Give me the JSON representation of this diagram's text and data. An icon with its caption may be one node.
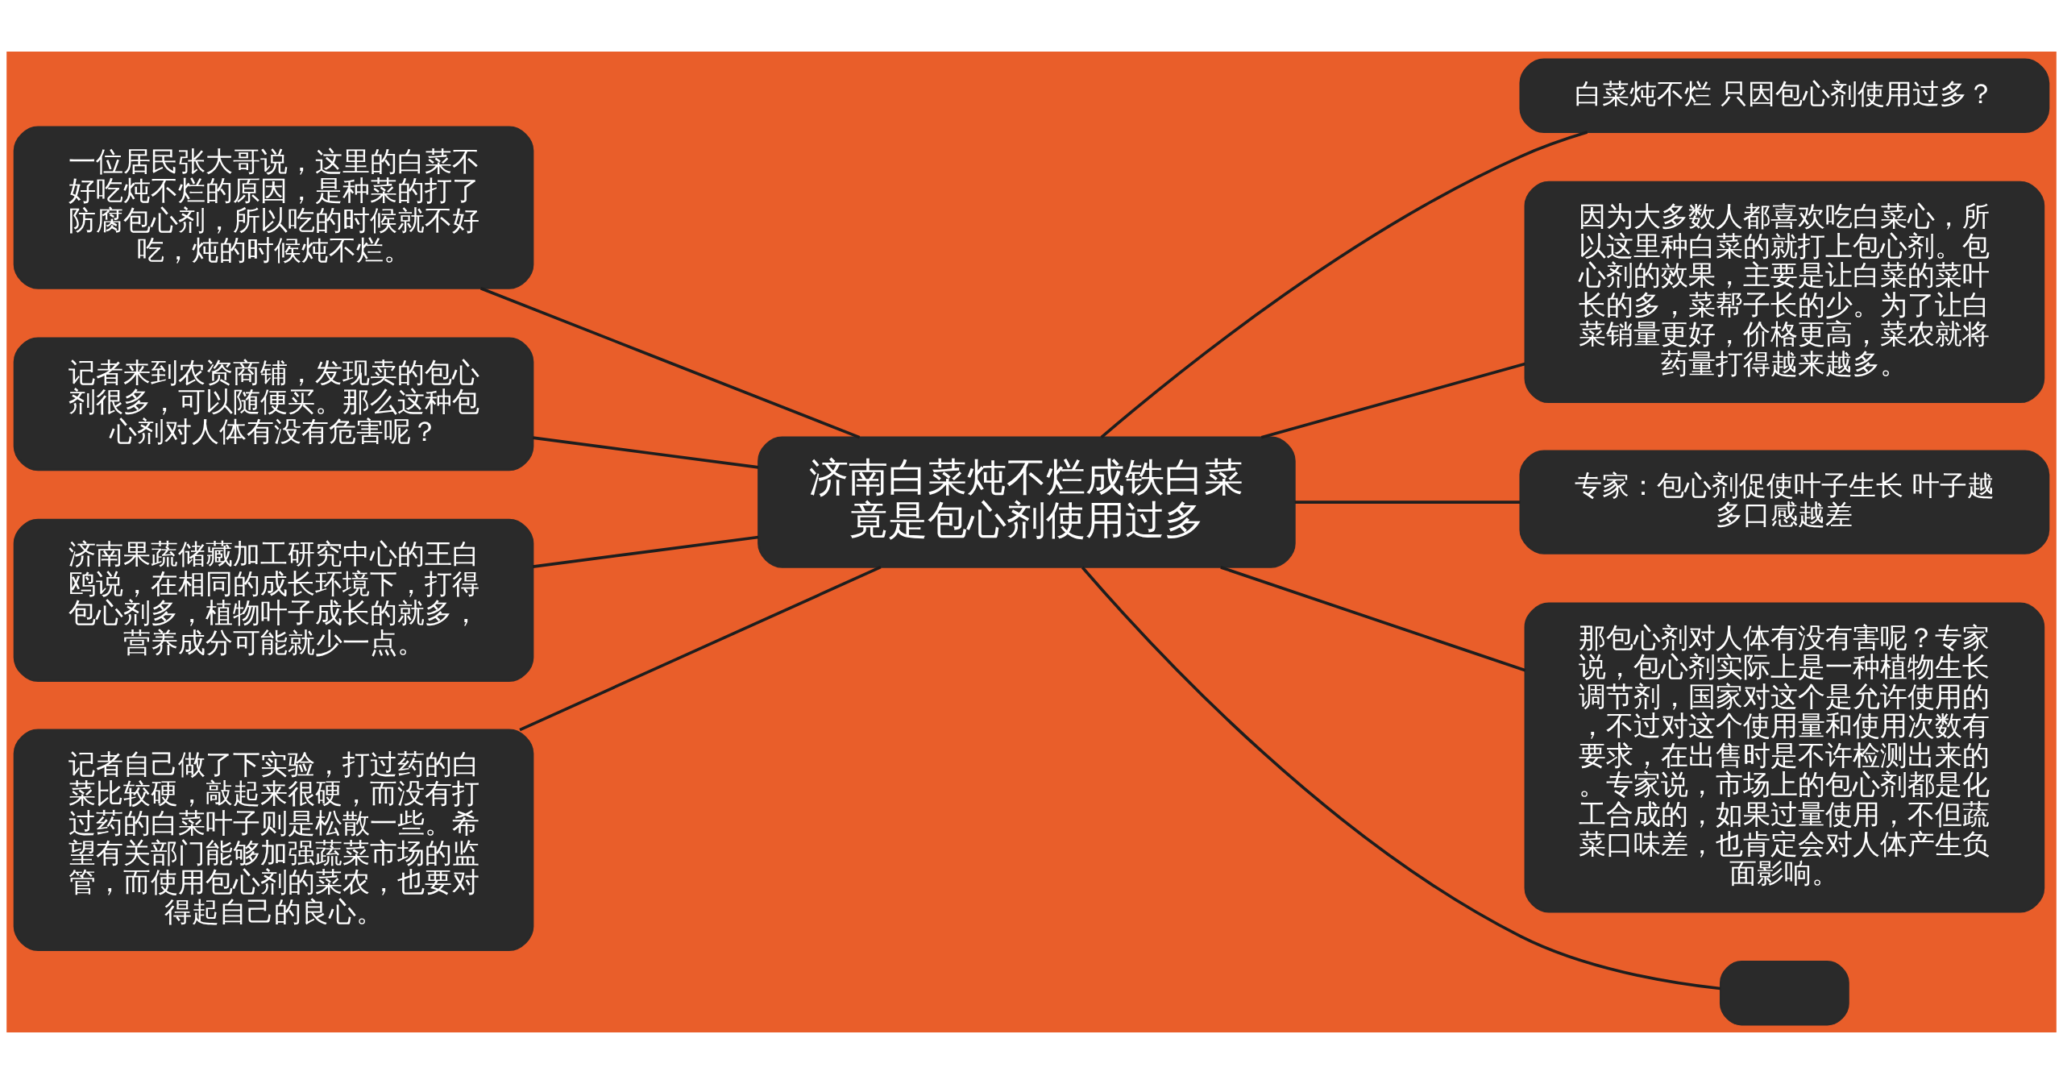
{
  "diagram": {
    "nodes": [
      {
        "text": [
          "济南白菜炖不烂成铁白菜竟是包心剂使用过多"
        ]
      },
      {
        "text": [
          "白菜炖不烂 只因包心剂使用过多？"
        ]
      },
      {
        "text": [
          "因为大多数人都喜欢吃白菜心，所以这里种白菜的就打上包心剂。包心剂的效果，主要是让白菜的菜叶长的多，菜帮子长的少。为了让白菜销量更好，价格更高，菜农就将药量打得越来越多。"
        ]
      },
      {
        "text": [
          "专家：包心剂促使叶子生长 叶子越多口感越差"
        ]
      },
      {
        "text": [
          "那包心剂对人体有没有害呢？专家说，包心剂实际上是一种植物生长调节剂，国家对这个是允许使用的，不过对这个使用量和使用次数有要求，在出售时是不许检测出来的。专家说，市场上的包心剂都是化工合成的，如果过量使用，不但蔬菜口味差，也肯定会对人体产生负面影响。"
        ]
      },
      {
        "text": [],
        "shape": "box"
      },
      {
        "text": [
          "一位居民张大哥说，这里的白菜不好吃炖不烂的原因，是种菜的打了防腐包心剂，所以吃的时候就不好吃，炖的时候炖不烂。"
        ]
      },
      {
        "text": [
          "记者来到农资商铺，发现卖的包心剂很多，可以随便买。那么这种包心剂对人体有没有危害呢？"
        ]
      },
      {
        "text": [
          "济南果蔬储藏加工研究中心的王白鸥说，在相同的成长环境下，打得包心剂多，植物叶子成长的就多，营养成分可能就少一点。"
        ]
      },
      {
        "text": [
          "记者自己做了下实验，打过药的白菜比较硬，敲起来很硬，而没有打过药的白菜叶子则是松散一些。希望有关部门能够加强蔬菜市场的监管，而使用包心剂的菜农，也要对得起自己的良心。"
        ]
      }
    ],
    "edges": [
      {
        "from": 0,
        "to": 1,
        "arrow": "none"
      },
      {
        "from": 0,
        "to": 2,
        "arrow": "none"
      },
      {
        "from": 0,
        "to": 3,
        "arrow": "none"
      },
      {
        "from": 0,
        "to": 4,
        "arrow": "none"
      },
      {
        "from": 0,
        "to": 5,
        "arrow": "none"
      },
      {
        "from": 0,
        "to": 6,
        "arrow": "none"
      },
      {
        "from": 0,
        "to": 7,
        "arrow": "none"
      },
      {
        "from": 0,
        "to": 8,
        "arrow": "none"
      },
      {
        "from": 0,
        "to": 9,
        "arrow": "none"
      }
    ]
  }
}
